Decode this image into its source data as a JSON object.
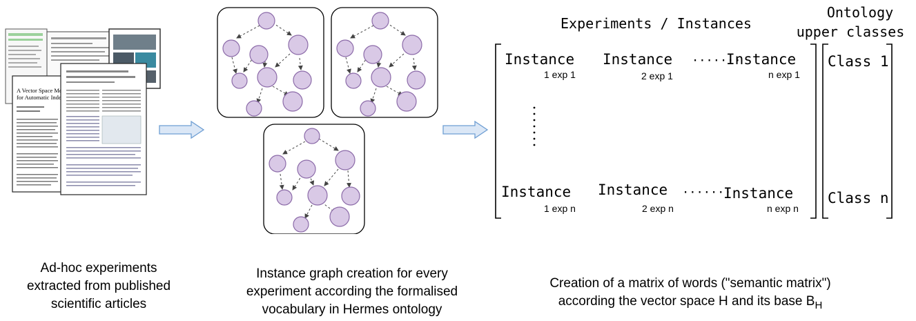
{
  "articles": {
    "visible_title": "A Vector Space Model for Automatic Indexing"
  },
  "captions": {
    "left": [
      "Ad-hoc experiments",
      "extracted from published",
      "scientific articles"
    ],
    "middle": [
      "Instance graph creation for every",
      "experiment according the formalised",
      "vocabulary in Hermes ontology"
    ],
    "right_line1": "Creation of a matrix of words (\"semantic matrix\")",
    "right_line2": "according the vector space H and its base B",
    "right_subscript": "H"
  },
  "matrix": {
    "header": "Experiments / Instances",
    "ontology_header": [
      "Ontology",
      "upper classes"
    ],
    "row1": [
      {
        "main": "Instance",
        "sub": "1 exp 1"
      },
      {
        "main": "Instance",
        "sub": "2 exp 1"
      },
      {
        "main": "Instance",
        "sub": "n exp 1"
      }
    ],
    "rown": [
      {
        "main": "Instance",
        "sub": "1 exp n"
      },
      {
        "main": "Instance",
        "sub": "2 exp n"
      },
      {
        "main": "Instance",
        "sub": "n exp n"
      }
    ],
    "h_ellipsis": "·······",
    "class_first": "Class 1",
    "class_last": "Class n"
  },
  "colors": {
    "node_fill": "#d9c9e6",
    "node_stroke": "#8b6aa8",
    "arrow_fill": "#dbe7f6",
    "arrow_stroke": "#6e9ed3"
  }
}
